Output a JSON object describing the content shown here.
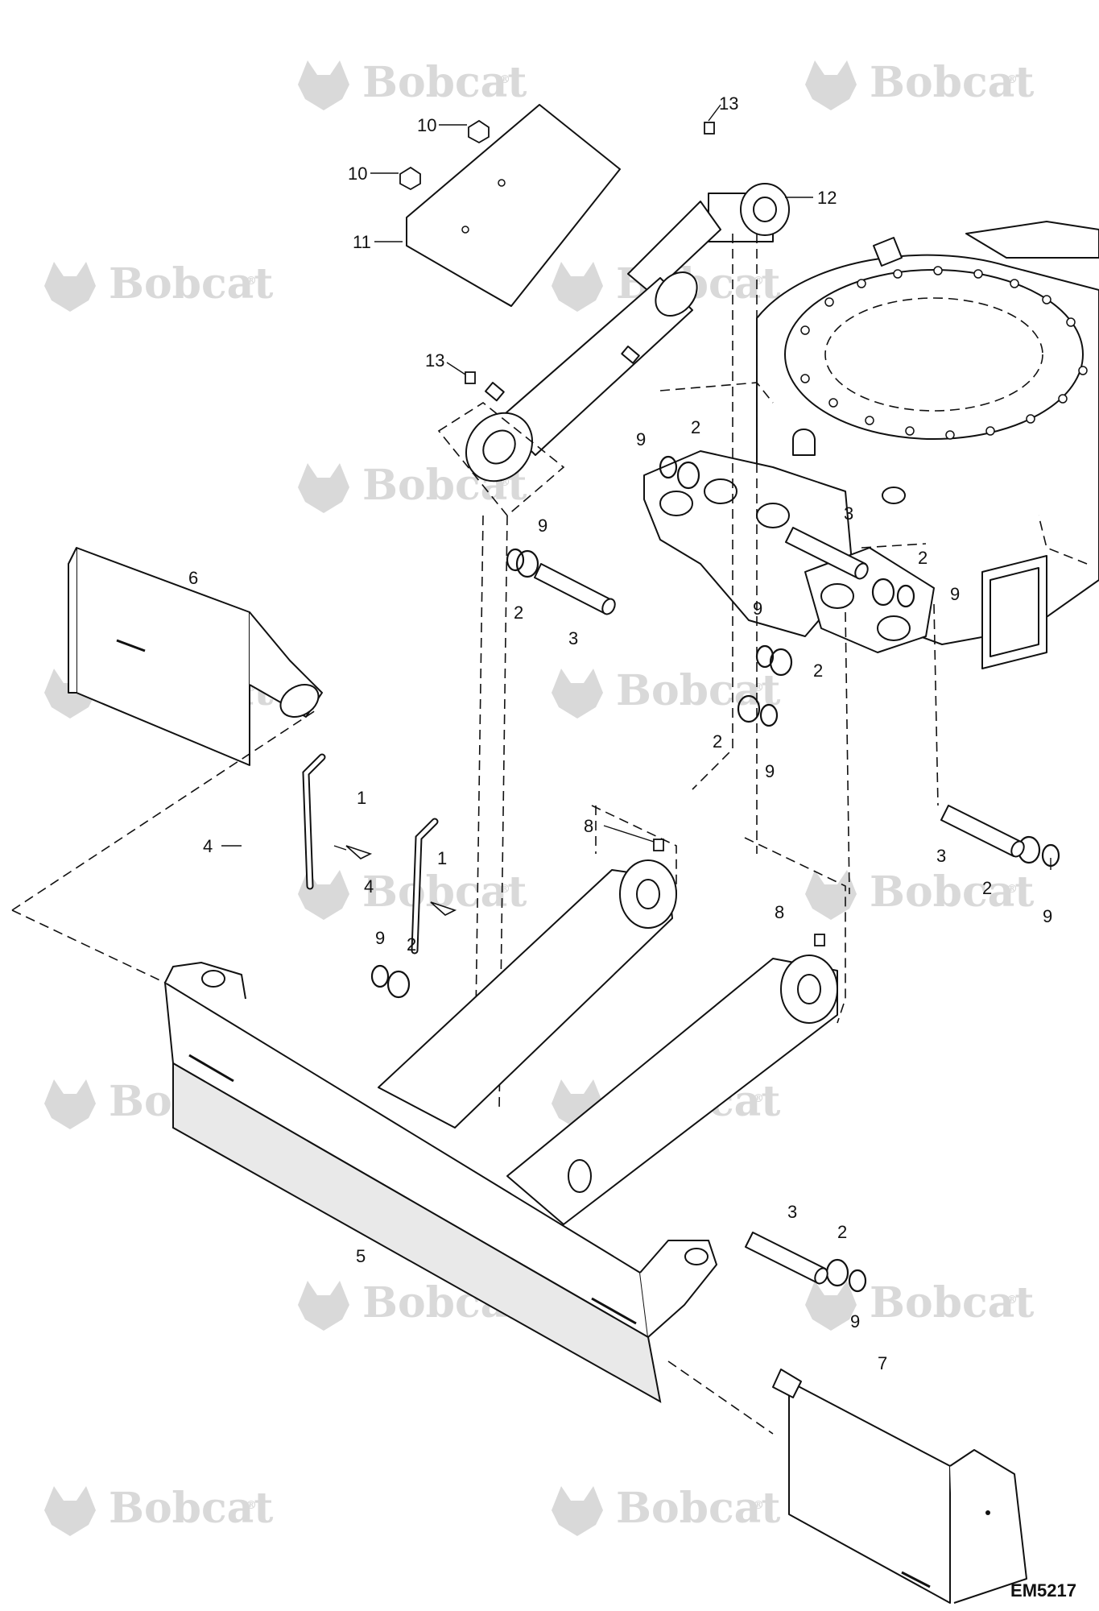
{
  "watermark": {
    "text": "Bobcat",
    "mark": "®"
  },
  "drawing_id": "EM5217",
  "callouts": {
    "c1a": "1",
    "c1b": "1",
    "c2a": "2",
    "c2b": "2",
    "c2c": "2",
    "c2d": "2",
    "c2e": "2",
    "c2f": "2",
    "c2g": "2",
    "c2h": "2",
    "c3a": "3",
    "c3b": "3",
    "c3c": "3",
    "c3d": "3",
    "c4a": "4",
    "c4b": "4",
    "c5": "5",
    "c6": "6",
    "c7": "7",
    "c8a": "8",
    "c8b": "8",
    "c9a": "9",
    "c9b": "9",
    "c9c": "9",
    "c9d": "9",
    "c9e": "9",
    "c9f": "9",
    "c9g": "9",
    "c9h": "9",
    "c10a": "10",
    "c10b": "10",
    "c11": "11",
    "c12": "12",
    "c13a": "13",
    "c13b": "13"
  }
}
